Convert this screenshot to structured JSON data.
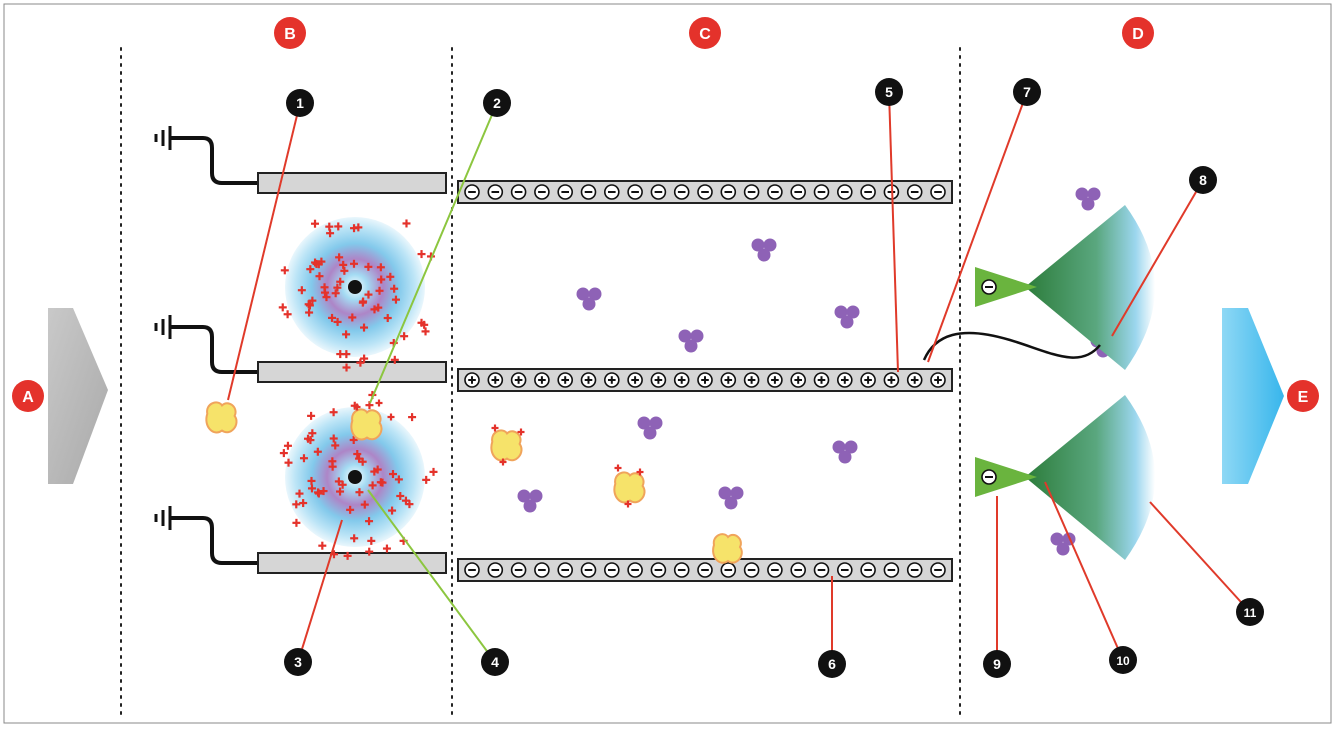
{
  "sections": [
    {
      "id": "A",
      "label": "A"
    },
    {
      "id": "B",
      "label": "B"
    },
    {
      "id": "C",
      "label": "C"
    },
    {
      "id": "D",
      "label": "D"
    },
    {
      "id": "E",
      "label": "E"
    }
  ],
  "callouts": [
    "1",
    "2",
    "3",
    "4",
    "5",
    "6",
    "7",
    "8",
    "9",
    "10",
    "11"
  ],
  "plate_signs": {
    "negative": "⊖",
    "positive": "⊕"
  },
  "colors": {
    "section_badge": "#e4322b",
    "callout_badge": "#111111",
    "leader_red": "#e03a2a",
    "leader_green": "#8cc63f",
    "plate_fill": "#d6d6d6",
    "charge_plus": "#e4322b",
    "molecule": "#8e62b6",
    "particle": "#f6e36a",
    "emitter": "#6ab43e",
    "inlet_arrow": "#b8b8b8",
    "outlet_arrow": "#5ac7f0"
  }
}
